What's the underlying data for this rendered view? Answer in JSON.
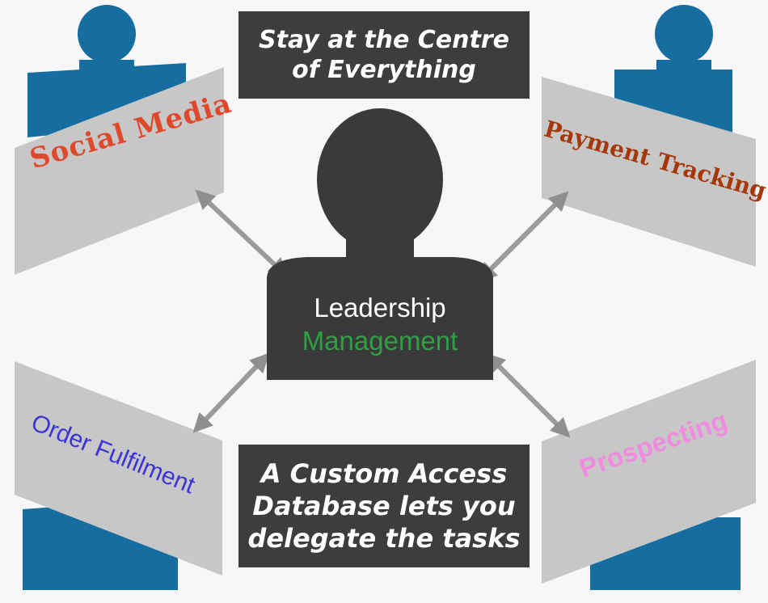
{
  "top_box": {
    "line1": "Stay at the Centre",
    "line2": "of Everything"
  },
  "bottom_box": {
    "line1": "A Custom Access",
    "line2": "Database lets you",
    "line3": "delegate the tasks"
  },
  "center": {
    "line1": "Leadership",
    "line2": "Management"
  },
  "tasks": {
    "social_media": "Social Media",
    "payment_tracking": "Payment Tracking",
    "order_fulfilment": "Order Fulfilment",
    "prospecting": "Prospecting"
  },
  "colors": {
    "person_blue": "#156da0",
    "panel_grey": "#c7c7c7",
    "center_dark": "#3a3a3b",
    "arrow_grey": "#9a9a9a",
    "management_green": "#2ea043",
    "social_red": "#e0482c",
    "payment_brown": "#a5370a",
    "order_blue": "#3c34d6",
    "prospect_pink": "#f08ce0"
  }
}
